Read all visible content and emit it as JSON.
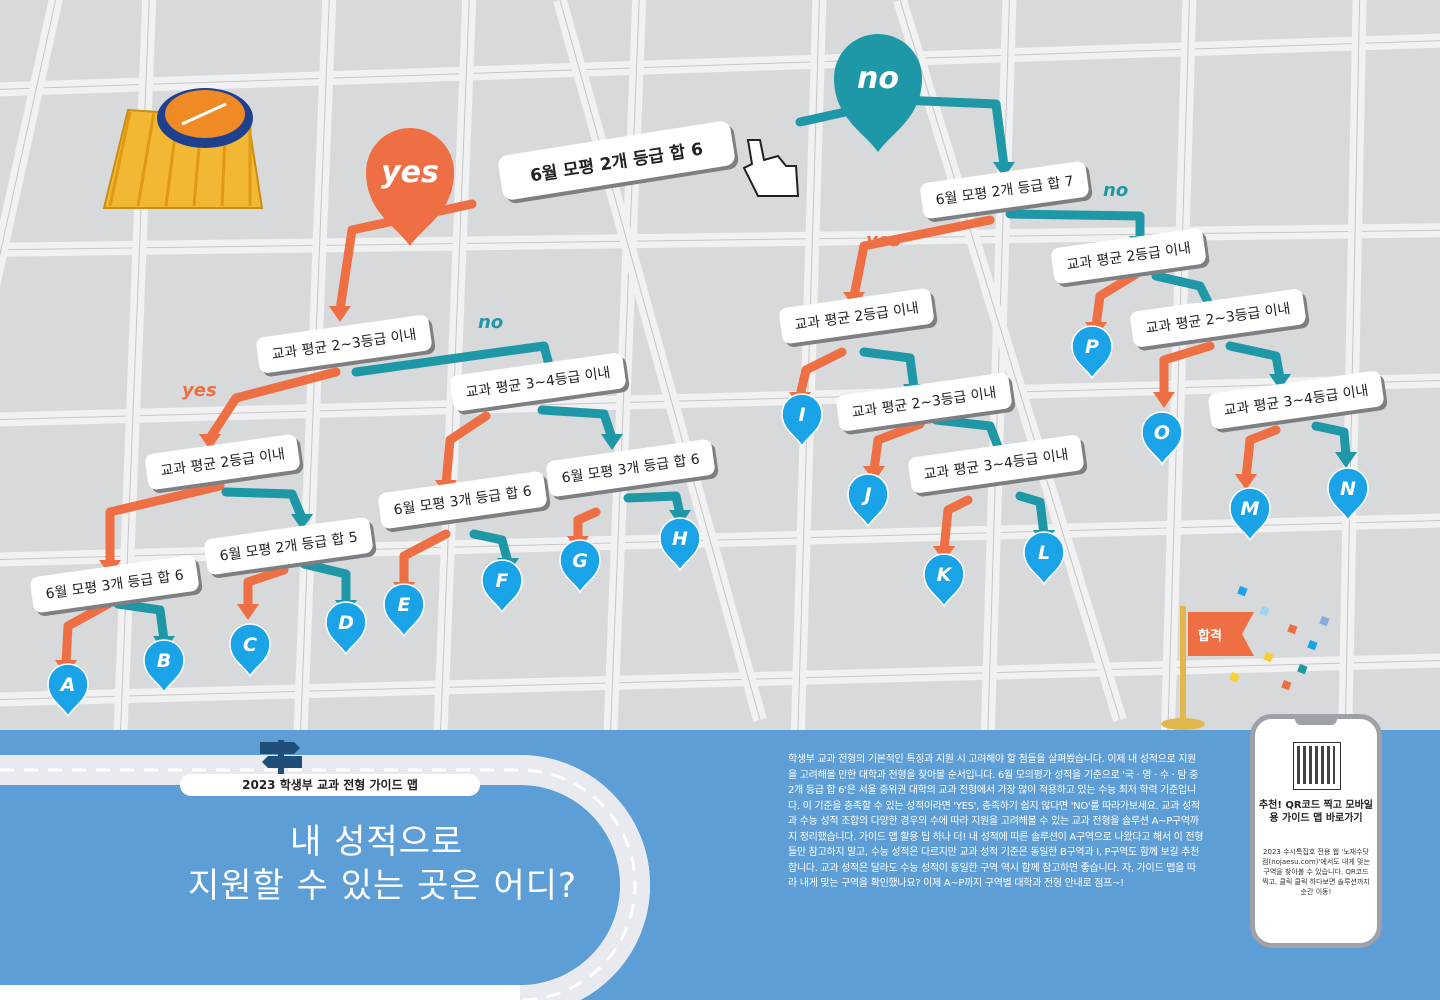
{
  "colors": {
    "yes": "#ee6f43",
    "no": "#1e97a6",
    "pin": "#1aa3e6",
    "background": "#d8d9db",
    "band": "#5e9ed6"
  },
  "root": {
    "label": "6월 모평 2개 등급 합 6",
    "yes_pin": "yes",
    "no_pin": "no"
  },
  "branch_labels": {
    "yes": "yes",
    "no": "no"
  },
  "nodes": {
    "n_l1": "교과 평균 2~3등급 이내",
    "n_l2": "교과 평균 2등급 이내",
    "n_l3": "교과 평균 3~4등급 이내",
    "n_l4": "6월 모평 3개 등급 합 6",
    "n_l5": "6월 모평 2개 등급 합 5",
    "n_l6": "6월 모평 3개 등급 합 6",
    "n_l7": "6월 모평 3개 등급 합 6",
    "n_r1": "6월 모평 2개 등급 합 7",
    "n_r2": "교과 평균 2등급 이내",
    "n_r3": "교과 평균 2등급 이내",
    "n_r4": "교과 평균 2~3등급 이내",
    "n_r5": "교과 평균 2~3등급 이내",
    "n_r6": "교과 평균 3~4등급 이내",
    "n_r7": "교과 평균 3~4등급 이내"
  },
  "pins": [
    "A",
    "B",
    "C",
    "D",
    "E",
    "F",
    "G",
    "H",
    "I",
    "J",
    "K",
    "L",
    "M",
    "N",
    "O",
    "P"
  ],
  "flag": {
    "label": "합격"
  },
  "header": {
    "subtitle": "2023 학생부 교과 전형 가이드 맵",
    "title_line1": "내 성적으로",
    "title_line2": "지원할 수 있는 곳은 어디?"
  },
  "description": "학생부 교과 전형의 기본적인 특징과 지원 시 고려해야 할 점들을 살펴봤습니다. 이제 내 성적으로 지원을 고려해볼 만한 대학과 전형을 찾아볼 순서입니다. 6월 모의평가 성적을 기준으로 '국 · 영 · 수 · 탐 중 2개 등급 합 6'은 서울 중위권 대학의 교과 전형에서 가장 많이 적용하고 있는 수능 최저 학력 기준입니다. 이 기준을 충족할 수 있는 성적이라면 'YES', 충족하기 쉽지 않다면 'NO'를 따라가보세요. 교과 성적과 수능 성적 조합의 다양한 경우의 수에 따라 지원을 고려해볼 수 있는 교과 전형을 솔루션 A~P구역까지 정리했습니다. 가이드 맵 활용 팁 하나 더! 내 성적에 따른 솔루션이 A구역으로 나왔다고 해서 이 전형들만 참고하지 말고, 수능 성적은 다르지만 교과 성적 기준은 동일한 B구역과 I, P구역도 함께 보길 추천합니다. 교과 성적은 달라도 수능 성적이 동일한 구역 역시 함께 참고하면 좋습니다. 자, 가이드 맵을 따라 내게 맞는 구역을 확인했나요? 이제 A~P까지 구역별 대학과 전형 안내로 점프~!",
  "phone": {
    "heading": "추천! QR코드 찍고 모바일용 가이드 맵 바로가기",
    "body": "2023 수시특집호 전용 웹 '노재수닷컴(nojaesu.com)'에서도 내게 맞는 구역을 찾아볼 수 있습니다. QR코드 찍고, 클릭 클릭 하다보면 솔루션까지 순간 이동!"
  },
  "icons": [
    "compass-map-icon",
    "pointer-hand-icon",
    "signpost-icon",
    "flag-icon",
    "qr-code-icon"
  ]
}
